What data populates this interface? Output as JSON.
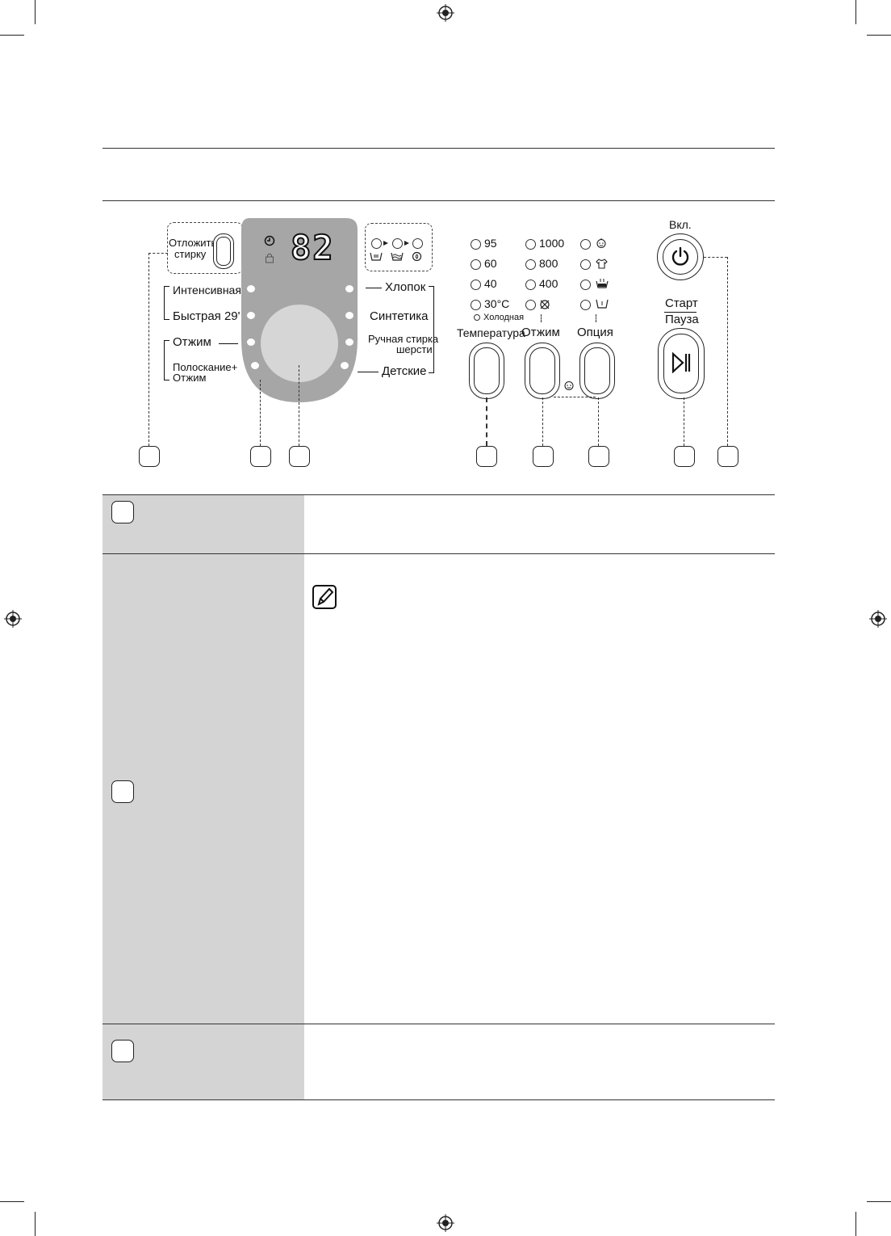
{
  "panel": {
    "delay": {
      "label_line1": "Отложить",
      "label_line2": "стирку"
    },
    "display": {
      "digits": "82"
    },
    "left_programs": [
      "Интенсивная",
      "Быстрая 29'",
      "Отжим",
      "Полоскание+",
      "Отжим"
    ],
    "right_programs": [
      "Хлопок",
      "Синтетика",
      "Ручная стирка",
      "шерсти",
      "Детские"
    ],
    "temperature": {
      "values": [
        "95",
        "60",
        "40",
        "30°C"
      ],
      "cold_label": "Холодная",
      "button_label": "Температура"
    },
    "spin": {
      "values": [
        "1000",
        "800",
        "400"
      ],
      "button_label": "Отжим"
    },
    "option": {
      "button_label": "Опция"
    },
    "power": {
      "label": "Вкл."
    },
    "start": {
      "label_line1": "Старт",
      "label_line2": "Пауза"
    }
  },
  "colors": {
    "panel_gray": "#a6a6a6",
    "dial_gray": "#d6d6d6",
    "cell_gray": "#d4d4d4"
  },
  "icons": [
    "registration-mark-icon",
    "clock-icon",
    "lock-icon",
    "wash-tub-icon",
    "rinse-tub-icon",
    "spin-icon",
    "no-spin-icon",
    "child-face-icon",
    "shirt-icon",
    "soak-tub-icon",
    "prewash-tub-icon",
    "power-icon",
    "play-pause-icon",
    "note-pencil-icon"
  ]
}
